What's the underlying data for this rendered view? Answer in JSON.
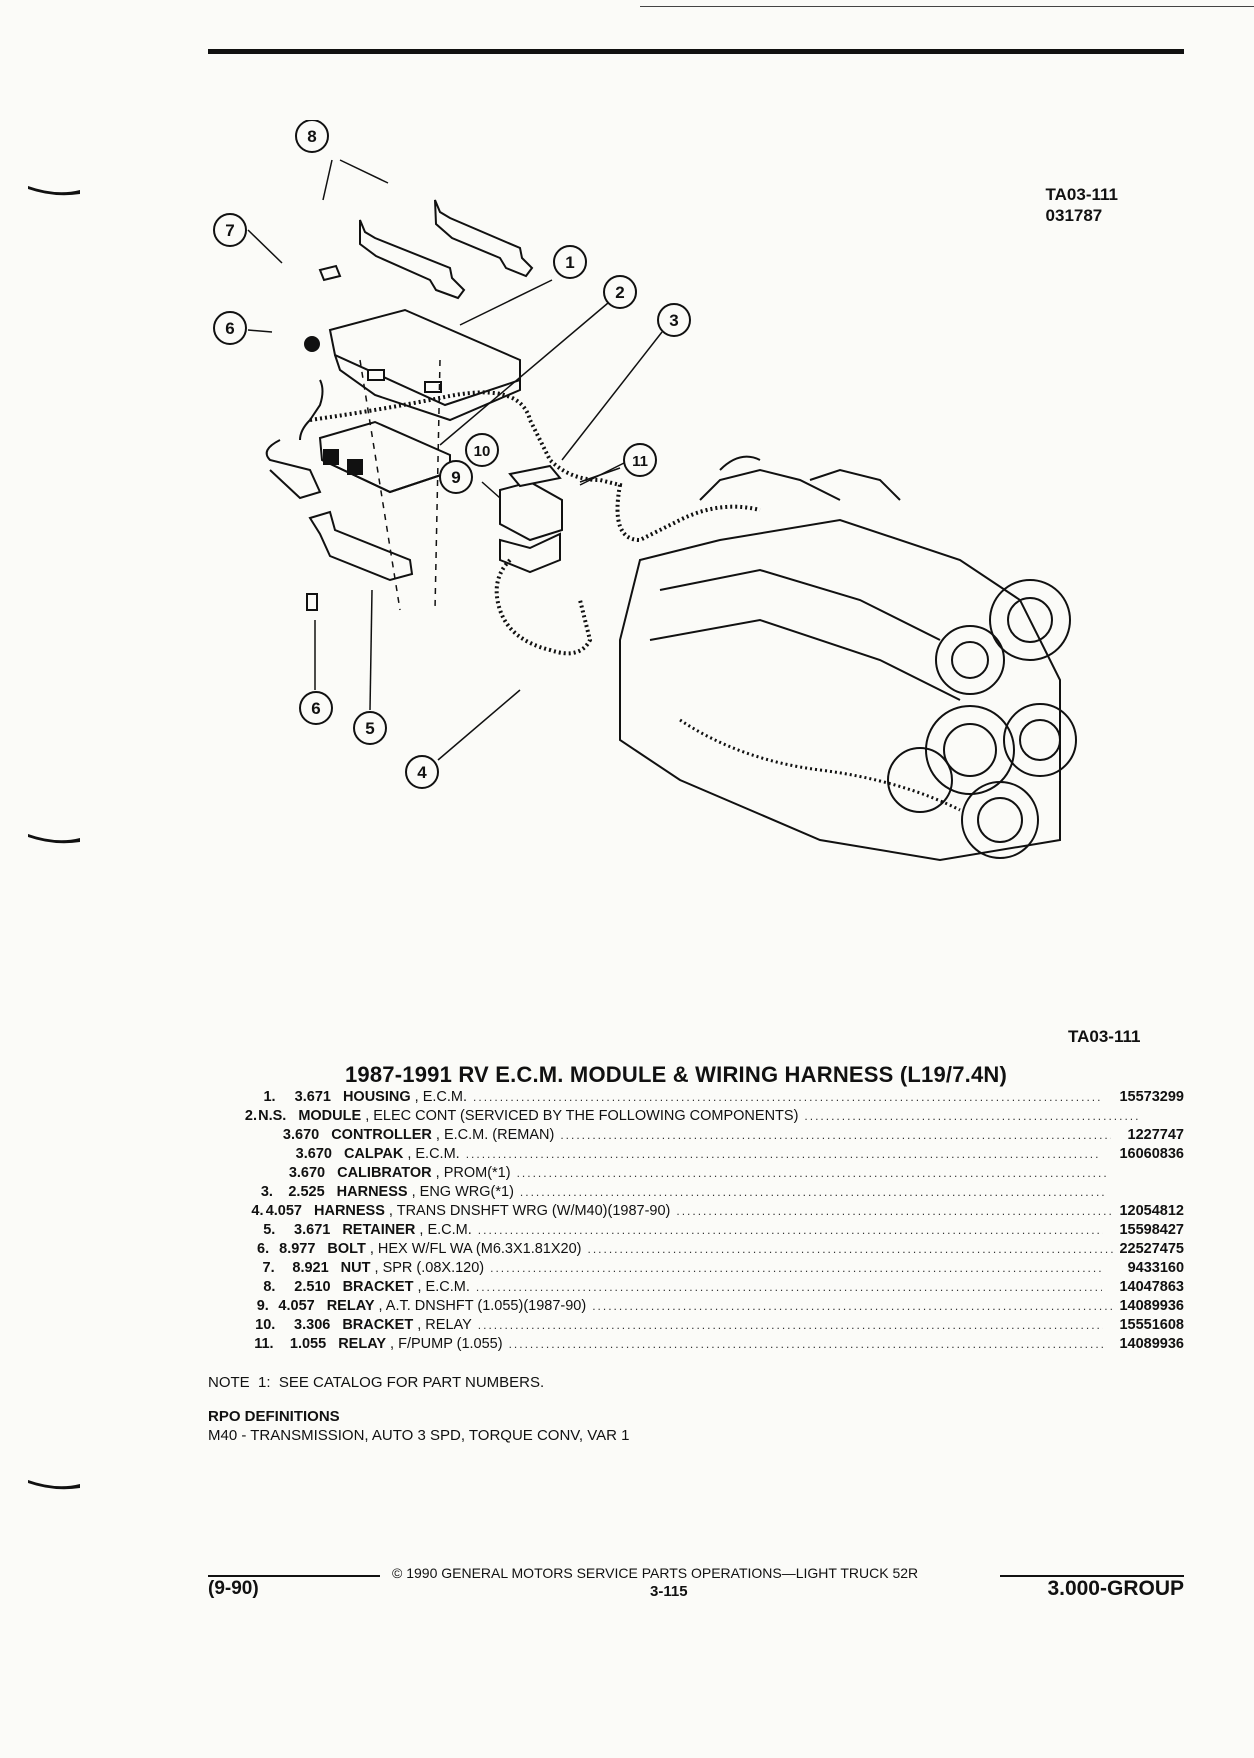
{
  "figure_code": {
    "line1": "TA03-111",
    "line2": "031787"
  },
  "figure_label": "TA03-111",
  "callouts": [
    "1",
    "2",
    "3",
    "4",
    "5",
    "6",
    "6",
    "7",
    "8",
    "9",
    "10",
    "11"
  ],
  "title": "1987-1991 RV E.C.M. MODULE & WIRING HARNESS (L19/7.4N)",
  "parts": [
    {
      "no": "1.",
      "grp": "3.671",
      "name": "HOUSING",
      "desc": " , E.C.M.",
      "pn": "15573299"
    },
    {
      "no": "2.",
      "grp": "N.S.",
      "name": "MODULE",
      "desc": " , ELEC CONT (SERVICED BY THE FOLLOWING COMPONENTS)",
      "pn": ""
    },
    {
      "no": "",
      "grp": "3.670",
      "name": "CONTROLLER",
      "desc": " , E.C.M. (REMAN)",
      "pn": "1227747"
    },
    {
      "no": "",
      "grp": "3.670",
      "name": "CALPAK",
      "desc": " , E.C.M.",
      "pn": "16060836"
    },
    {
      "no": "",
      "grp": "3.670",
      "name": "CALIBRATOR",
      "desc": " , PROM(*1)",
      "pn": ""
    },
    {
      "no": "3.",
      "grp": "2.525",
      "name": "HARNESS",
      "desc": " , ENG WRG(*1)",
      "pn": ""
    },
    {
      "no": "4.",
      "grp": "4.057",
      "name": "HARNESS",
      "desc": " , TRANS DNSHFT WRG (W/M40)(1987-90)",
      "pn": "12054812"
    },
    {
      "no": "5.",
      "grp": "3.671",
      "name": "RETAINER",
      "desc": " , E.C.M.",
      "pn": "15598427"
    },
    {
      "no": "6.",
      "grp": "8.977",
      "name": "BOLT",
      "desc": " , HEX W/FL WA (M6.3X1.81X20)",
      "pn": "22527475"
    },
    {
      "no": "7.",
      "grp": "8.921",
      "name": "NUT",
      "desc": " , SPR (.08X.120)",
      "pn": "9433160"
    },
    {
      "no": "8.",
      "grp": "2.510",
      "name": "BRACKET",
      "desc": " , E.C.M.",
      "pn": "14047863"
    },
    {
      "no": "9.",
      "grp": "4.057",
      "name": "RELAY",
      "desc": " , A.T. DNSHFT (1.055)(1987-90)",
      "pn": "14089936"
    },
    {
      "no": "10.",
      "grp": "3.306",
      "name": "BRACKET",
      "desc": " , RELAY",
      "pn": "15551608"
    },
    {
      "no": "11.",
      "grp": "1.055",
      "name": "RELAY",
      "desc": " , F/PUMP (1.055)",
      "pn": "14089936"
    }
  ],
  "note": "NOTE  1:  SEE CATALOG FOR PART NUMBERS.",
  "rpo_heading": "RPO DEFINITIONS",
  "rpo_definition": "M40 - TRANSMISSION, AUTO 3 SPD, TORQUE CONV, VAR 1",
  "footer": {
    "copyright": "©  1990  GENERAL MOTORS SERVICE PARTS OPERATIONS—LIGHT TRUCK 52R",
    "date_code": "(9-90)",
    "page": "3-115",
    "group": "3.000-GROUP"
  }
}
